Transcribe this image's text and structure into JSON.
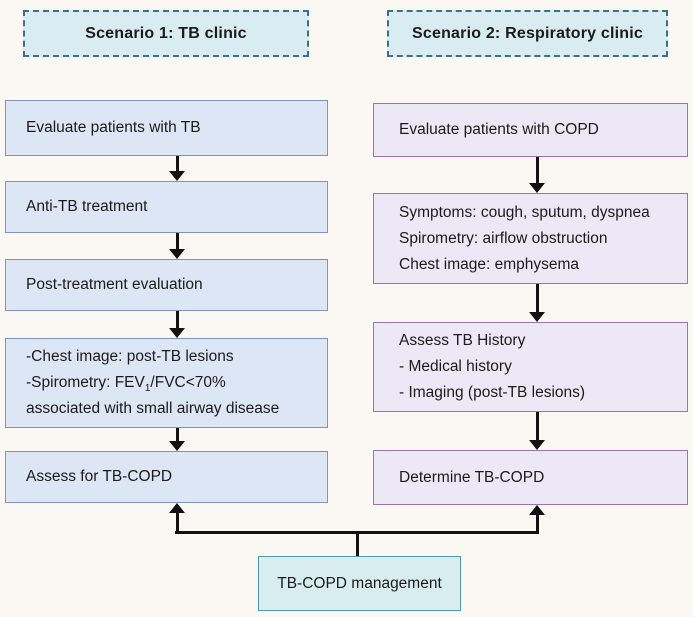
{
  "diagram_title": "TB-COPD clinical pathway flowchart",
  "colors": {
    "background": "#fbf7f3",
    "scenario_header_fill": "#d8ecf1",
    "scenario_header_border": "#3a7089",
    "tb_column_fill": "#dce6f4",
    "tb_column_border": "#8093bf",
    "respiratory_column_fill": "#ece8f6",
    "respiratory_column_border": "#9377b2",
    "management_fill": "#d8edf0",
    "management_border": "#4f9aad",
    "arrow": "#111111",
    "text": "#1b1b1b"
  },
  "scenario1": {
    "header": "Scenario 1: TB clinic",
    "steps": {
      "step1": "Evaluate patients with TB",
      "step2": "Anti-TB treatment",
      "step3": "Post-treatment evaluation",
      "step4_line1": "-Chest image: post-TB lesions",
      "step4_line2_pre": "-Spirometry: FEV",
      "step4_line2_sub": "1",
      "step4_line2_post": "/FVC<70%",
      "step4_line3": "associated with small airway disease",
      "step5": "Assess for TB-COPD"
    }
  },
  "scenario2": {
    "header": "Scenario 2: Respiratory clinic",
    "steps": {
      "step1": "Evaluate patients with COPD",
      "step2_line1": "Symptoms: cough, sputum, dyspnea",
      "step2_line2": "Spirometry: airflow obstruction",
      "step2_line3": "Chest image: emphysema",
      "step3_line1": "Assess TB History",
      "step3_line2": "- Medical history",
      "step3_line3": "- Imaging (post-TB lesions)",
      "step4": "Determine TB-COPD"
    }
  },
  "management": {
    "label": "TB-COPD management"
  }
}
